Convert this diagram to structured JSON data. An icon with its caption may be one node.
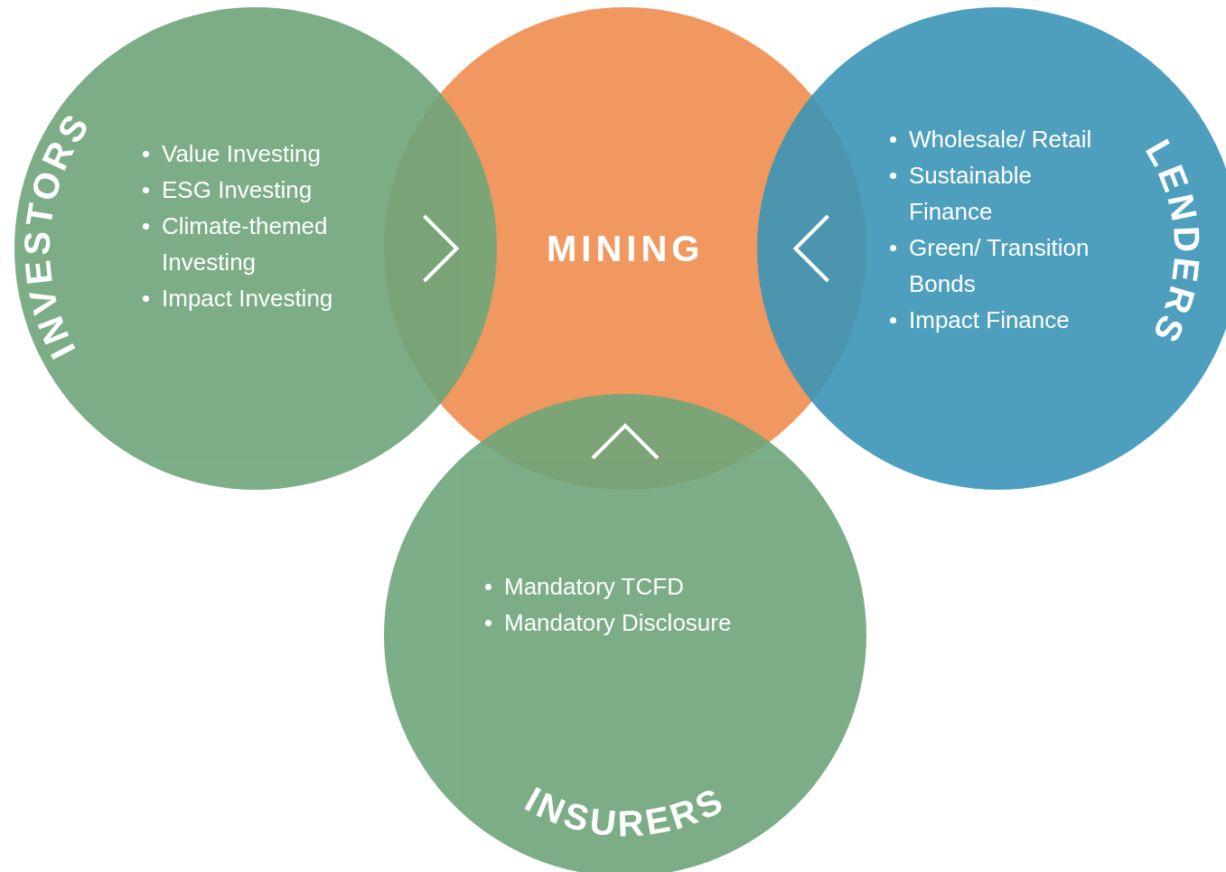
{
  "diagram": {
    "nodes": [
      {
        "text": [
          "INVESTORS",
          "Value Investing",
          "ESG Investing",
          "Climate-themed Investing",
          "Impact Investing"
        ]
      },
      {
        "text": [
          "MINING"
        ]
      },
      {
        "text": [
          "Wholesale/ Retail",
          "Sustainable Finance",
          "Green/ Transition Bonds",
          "Impact Finance",
          "LENDERS"
        ]
      },
      {
        "text": [
          "Mandatory TCFD",
          "Mandatory Disclosure",
          "INSURERS"
        ]
      }
    ],
    "edges": [
      {
        "from": 0,
        "to": 1,
        "arrow": "to"
      },
      {
        "from": 2,
        "to": 1,
        "arrow": "to"
      },
      {
        "from": 3,
        "to": 1,
        "arrow": "to"
      }
    ]
  }
}
